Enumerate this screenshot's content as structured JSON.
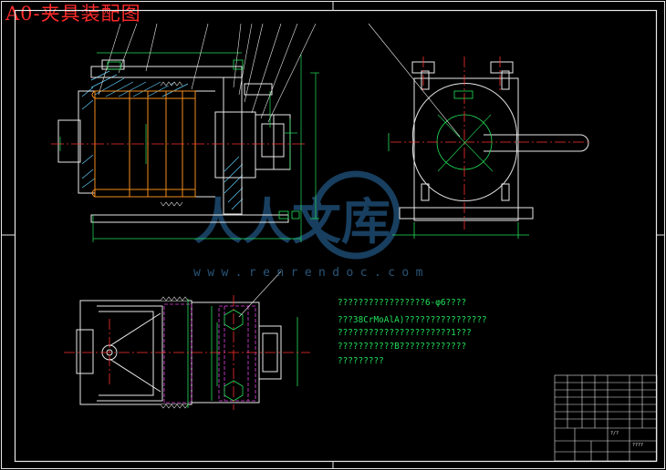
{
  "title": "A0-夹具装配图",
  "watermark": {
    "url": "www.renrendoc.com",
    "logo_text": "人人文库"
  },
  "technical_notes": [
    "?????????????????6-φ6????",
    "???38CrMoAlA)????????????????",
    "??????????????????????1???",
    "???????????B?????????????",
    "?????????"
  ],
  "title_block": {
    "drawing_name": "?/?",
    "sheet_label": "????"
  },
  "colors": {
    "background": "#000000",
    "outline": "#ffffff",
    "dimension": "#22e05a",
    "section_orange": "#f28c1c",
    "hidden_magenta": "#e040e0",
    "centerline_red": "#ff3030",
    "hatch_cyan": "#5fd0ff",
    "title_red": "#ff2a2a",
    "watermark": "#1d4a70"
  }
}
